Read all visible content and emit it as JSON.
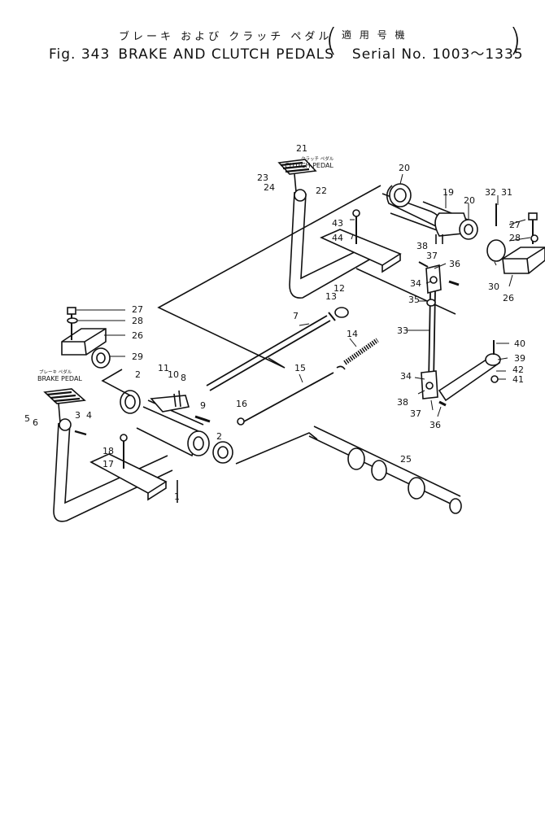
{
  "header": {
    "title_jp": "ブレーキ および クラッチ ペダル",
    "applicability_jp": "適 用 号 機",
    "fig_label": "Fig. 343",
    "title_en": "BRAKE AND CLUTCH PEDALS",
    "serial_label": "Serial No.",
    "serial_range": "1003～1335"
  },
  "pedal_labels": {
    "clutch_jp": "クラッチ ペダル",
    "clutch_en": "CLUTCH PEDAL",
    "brake_jp": "ブレーキ ペダル",
    "brake_en": "BRAKE PEDAL"
  },
  "callouts": [
    "1",
    "2",
    "2",
    "3",
    "4",
    "5",
    "6",
    "7",
    "8",
    "9",
    "10",
    "11",
    "12",
    "13",
    "14",
    "15",
    "16",
    "17",
    "18",
    "19",
    "20",
    "20",
    "21",
    "22",
    "23",
    "24",
    "25",
    "26",
    "26",
    "27",
    "27",
    "28",
    "28",
    "29",
    "30",
    "31",
    "32",
    "33",
    "34",
    "34",
    "35",
    "36",
    "36",
    "37",
    "37",
    "38",
    "38",
    "39",
    "40",
    "41",
    "42",
    "43",
    "44"
  ]
}
